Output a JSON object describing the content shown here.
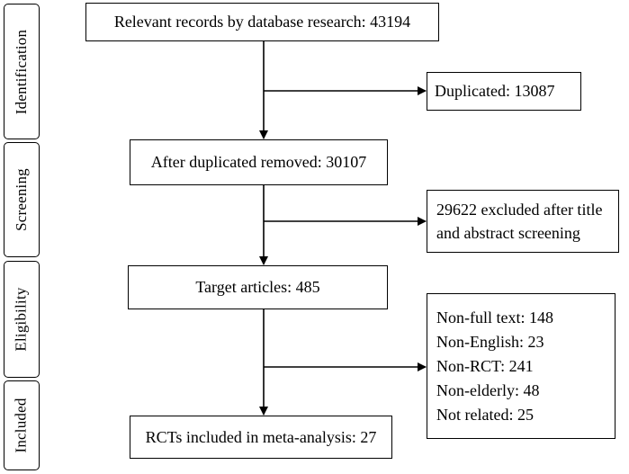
{
  "stages": {
    "identification": "Identification",
    "screening": "Screening",
    "eligibility": "Eligibility",
    "included": "Included"
  },
  "main_flow": {
    "records": "Relevant records by database research: 43194",
    "after_duplicates": "After duplicated removed: 30107",
    "target_articles": "Target articles: 485",
    "included_rcts": "RCTs included in meta-analysis: 27"
  },
  "exclusions": {
    "duplicated": "Duplicated: 13087",
    "screening_excluded": {
      "line1": "29622 excluded after title",
      "line2": "and abstract screening"
    },
    "eligibility_excluded": [
      "Non-full text: 148",
      "Non-English: 23",
      "Non-RCT: 241",
      "Non-elderly: 48",
      "Not related: 25"
    ]
  }
}
